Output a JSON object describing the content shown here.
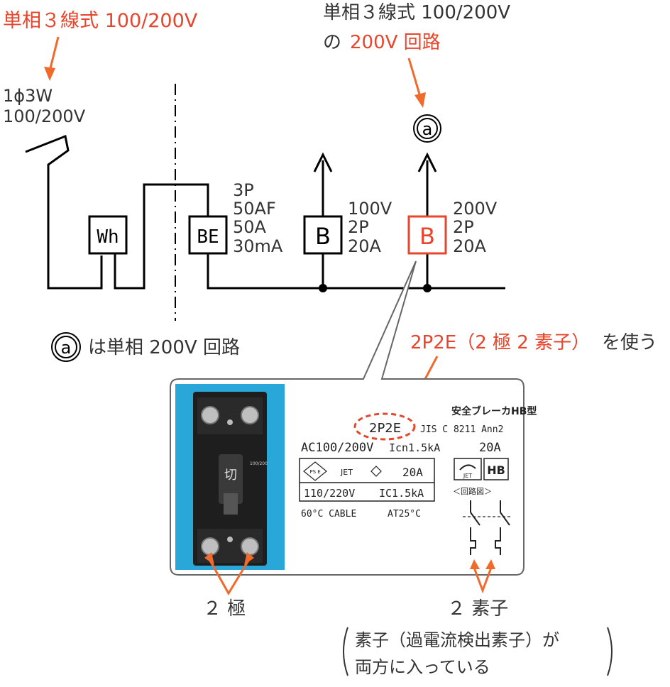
{
  "colors": {
    "accent": "#e8452c",
    "text": "#333333",
    "line": "#000000",
    "photo_bg": "#29a7d8",
    "breaker_body": "#1e1e1e"
  },
  "top_left_annotation": "単相３線式 100/200V",
  "top_right_annotation": {
    "line1": "単相３線式 100/200V",
    "line2_prefix": "の",
    "line2_red": "200V 回路"
  },
  "supply_label": [
    "1ϕ3W",
    "100/200V"
  ],
  "meter_label": "Wh",
  "main_breaker": {
    "symbol": "BE",
    "specs": [
      "3P",
      "50AF",
      "50A",
      "30mA"
    ]
  },
  "branch_100v": {
    "symbol": "B",
    "specs": [
      "100V",
      "2P",
      "20A"
    ]
  },
  "branch_200v": {
    "symbol": "B",
    "specs": [
      "200V",
      "2P",
      "20A"
    ]
  },
  "outlet_marker": "a",
  "legend_text": "は単相 200V 回路",
  "callout": {
    "red_text": "2P2E（2 極 2 素子）",
    "black_text": "を使う"
  },
  "breaker_photo": {
    "switch_label": "切",
    "rating_small": "100/200"
  },
  "nameplate": {
    "brand": "安全ブレーカHB型",
    "type_code": "2P2E",
    "standard": "JIS C 8211 Ann2",
    "rating_line": "AC100/200V",
    "icn": "Icn1.5kA",
    "amp": "20A",
    "pse": "PS E",
    "jet": "JET",
    "amp_box": "20A",
    "voltage_box": "110/220V",
    "ic": "IC1.5kA",
    "cable": "60°C CABLE",
    "temp": "AT25°C",
    "circuit_label": "＜回路図＞",
    "logo1": "JET",
    "logo2": "HB"
  },
  "poles_label": "２ 極",
  "elements_label": "２ 素子",
  "elements_note": [
    "素子（過電流検出素子）が",
    "両方に入っている"
  ]
}
